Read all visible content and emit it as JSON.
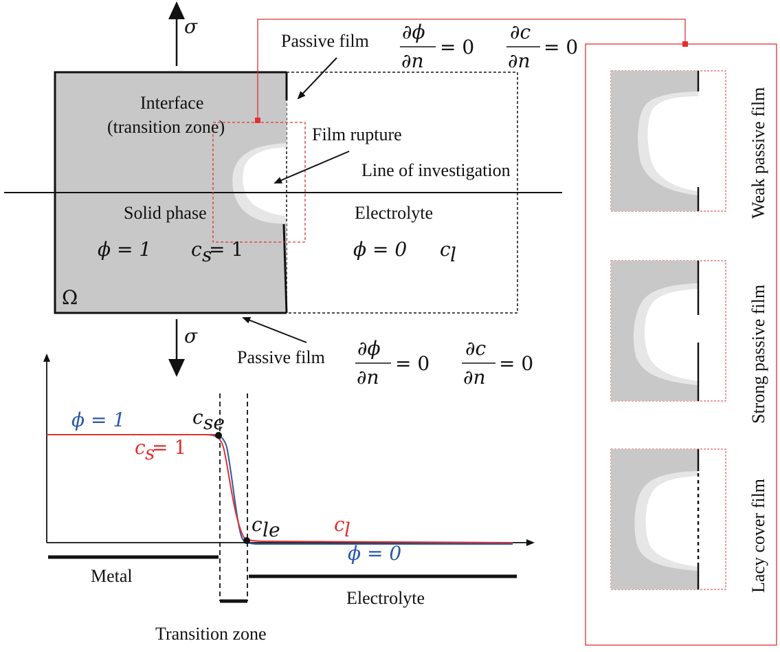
{
  "top": {
    "sigma_top": "σ",
    "sigma_bottom": "σ",
    "passive_film_top": "Passive film",
    "passive_film_bottom": "Passive film",
    "interface_line1": "Interface",
    "interface_line2": "(transition zone)",
    "film_rupture": "Film rupture",
    "line_of_investigation": "Line of investigation",
    "solid_phase": "Solid phase",
    "electrolyte": "Electrolyte",
    "phi_solid": "ϕ = 1",
    "cs_solid": "c",
    "cs_solid_sub": "s",
    "cs_solid_eq": " = 1",
    "phi_electrolyte": "ϕ = 0",
    "cl_electrolyte": "c",
    "cl_electrolyte_sub": "l",
    "omega": "Ω",
    "bc_dphi_num": "∂ϕ",
    "bc_dphi_den": "∂n",
    "bc_dc_num": "∂c",
    "bc_dc_den": "∂n",
    "bc_eq0": "= 0"
  },
  "profile": {
    "phi1_label": "ϕ = 1",
    "cs1_label_c": "c",
    "cs1_label_sub": "s",
    "cs1_label_eq": " = 1",
    "cse_c": "c",
    "cse_sub": "se",
    "cle_c": "c",
    "cle_sub": "le",
    "cl_c": "c",
    "cl_sub": "l",
    "phi0_label": "ϕ = 0",
    "metal": "Metal",
    "electrolyte": "Electrolyte",
    "transition_zone": "Transition zone",
    "colors": {
      "phi": "#2b58a5",
      "c": "#e03030"
    }
  },
  "panels": {
    "weak": "Weak passive film",
    "strong": "Strong passive film",
    "lacy": "Lacy cover film",
    "connector_color": "#e03030"
  }
}
